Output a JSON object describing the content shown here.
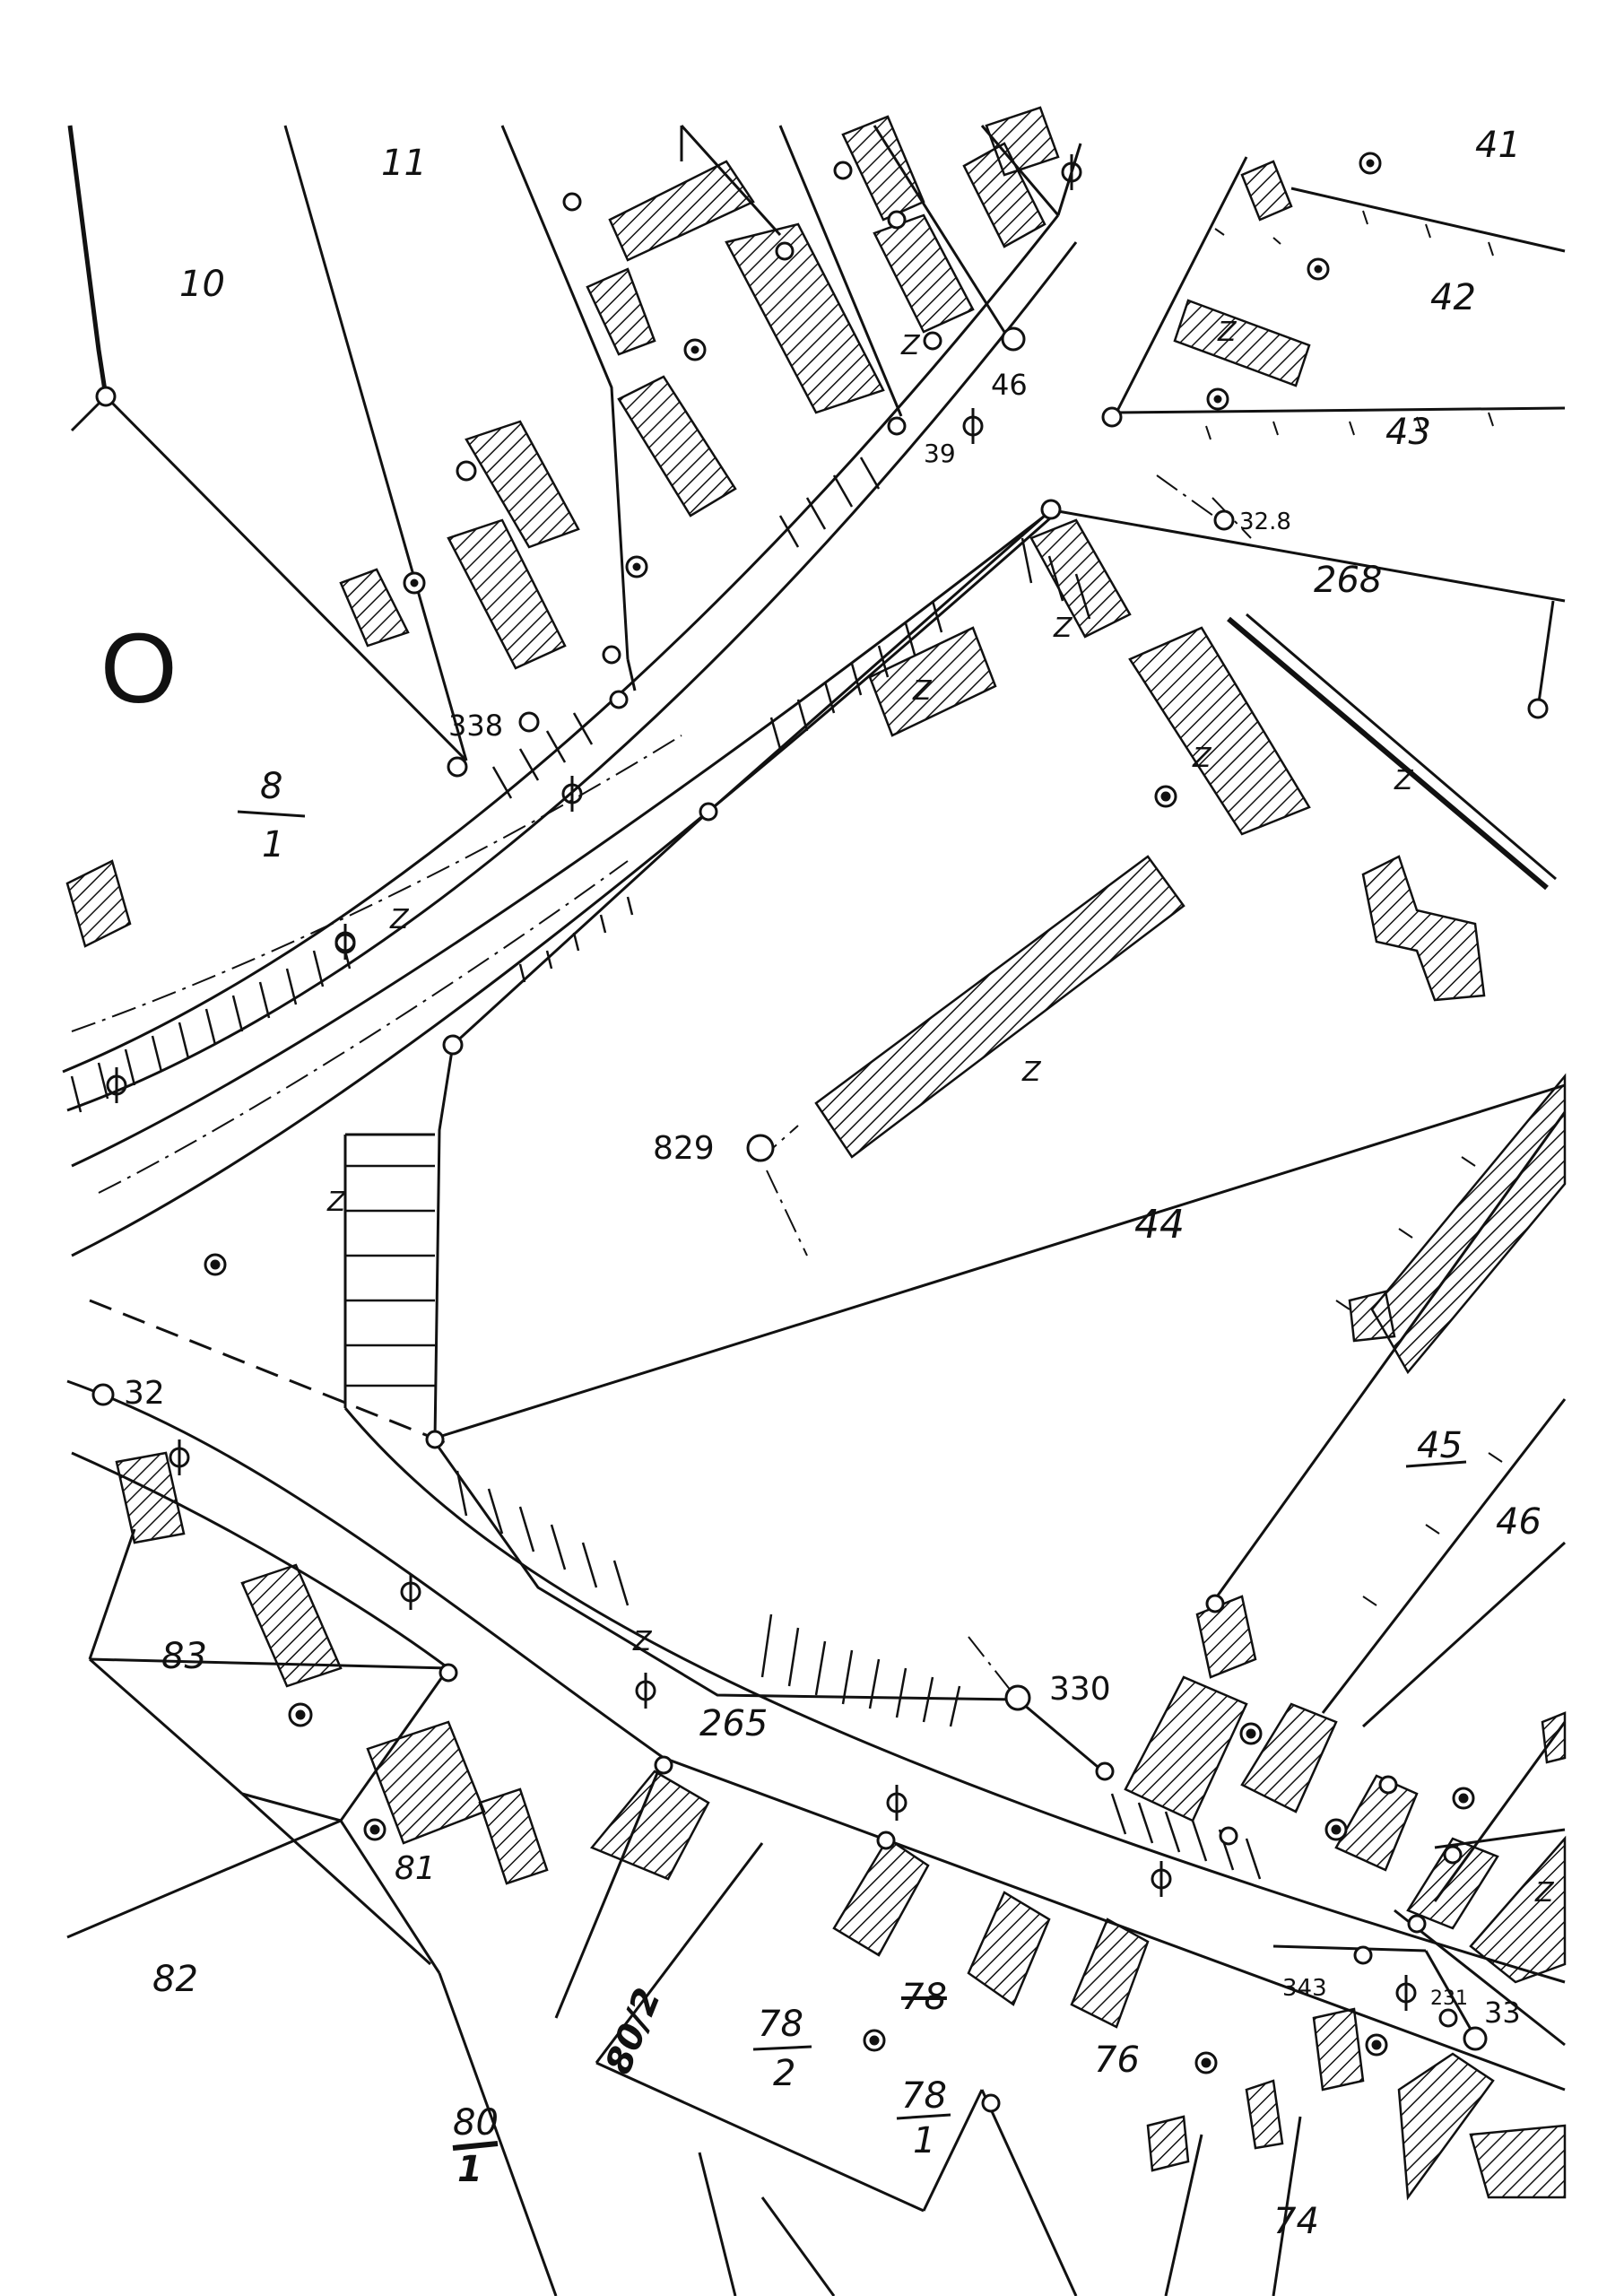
{
  "colors": {
    "ink": "#111111",
    "paper": "#ffffff"
  },
  "sheet_letter": "O",
  "parcels": {
    "p10": "10",
    "p11": "11",
    "p41": "41",
    "p42": "42",
    "p43": "43",
    "p268": "268",
    "p8": "8",
    "p8_sub": "1",
    "p44": "44",
    "p45": "45",
    "p46b": "46",
    "p265": "265",
    "p83": "83",
    "p81": "81",
    "p82": "82",
    "p80_1": "80",
    "p80_1_sub": "1",
    "p80_2": "80/2",
    "p78_2": "78",
    "p78_2_sub": "2",
    "p78": "78",
    "p78_1": "78",
    "p78_1_sub": "1",
    "p76": "76",
    "p74": "74"
  },
  "points": {
    "pt338": "338",
    "pt829": "829",
    "pt330": "330",
    "pt32": "32",
    "pt46": "46",
    "pt39": "39",
    "pt328": "32.8",
    "pt343": "343",
    "pt231": "231",
    "pt33": "33"
  },
  "building_mark": "Z"
}
